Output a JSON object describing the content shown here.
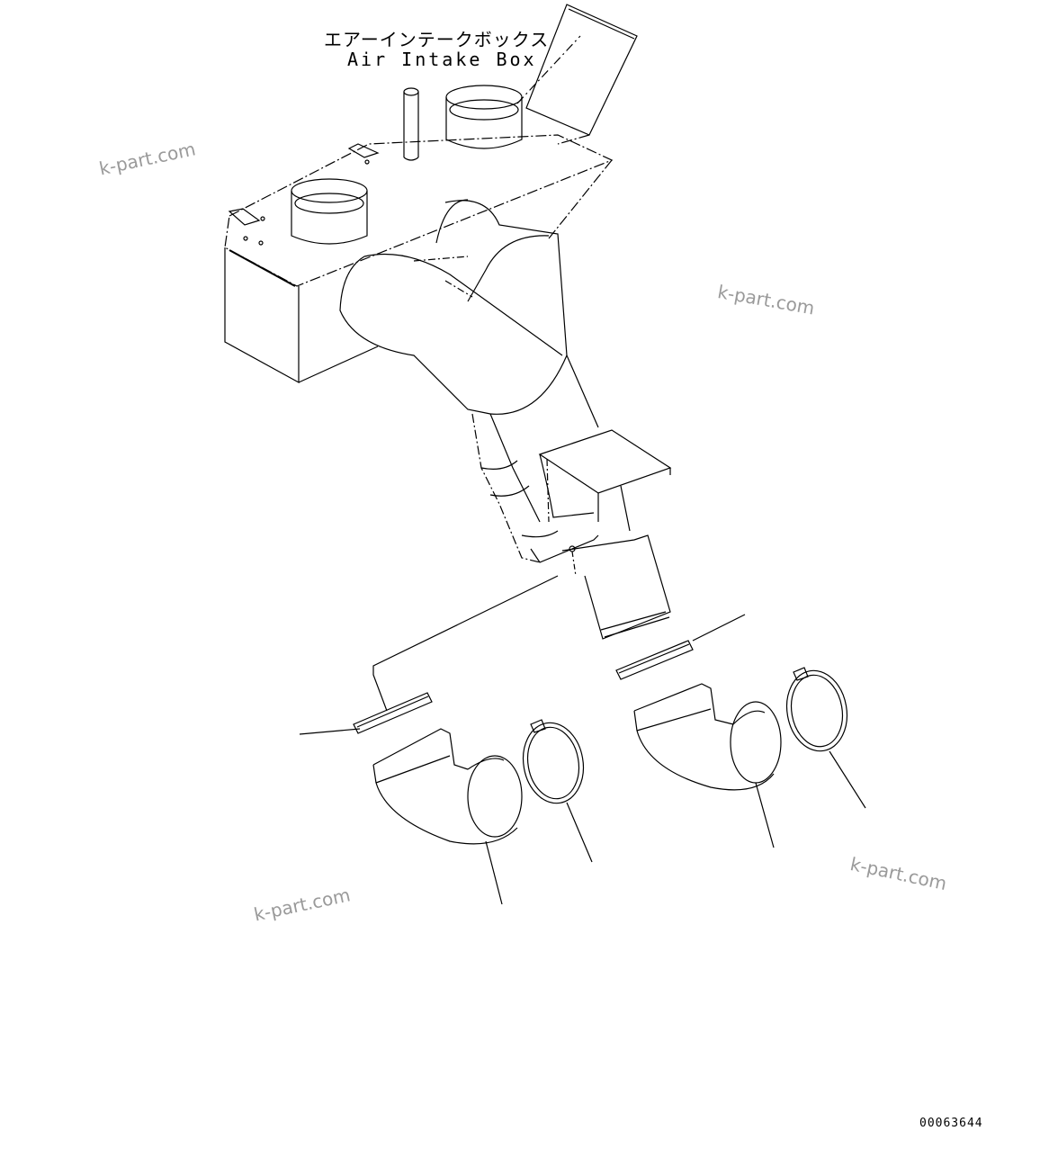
{
  "labels": {
    "part_name_jp": "エアーインテークボックス",
    "part_name_en": "Air Intake Box"
  },
  "watermarks": [
    "k-part.com",
    "k-part.com",
    "k-part.com",
    "k-part.com"
  ],
  "document_number": "00063644",
  "colors": {
    "line": "#000000",
    "watermark": "#9a9a9a",
    "background": "#ffffff"
  }
}
